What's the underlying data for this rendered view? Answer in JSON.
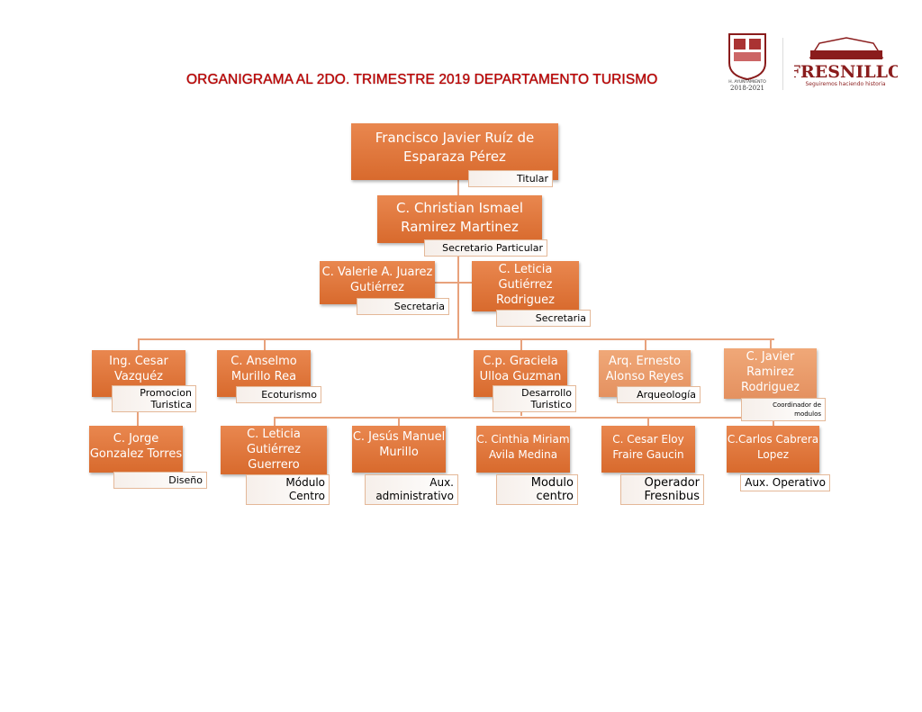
{
  "title": "ORGANIGRAMA AL 2DO. TRIMESTRE 2019 DEPARTAMENTO TURISMO",
  "logos": {
    "ayuntamiento_text": "H. AYUNTAMIENTO",
    "ayuntamiento_years": "2018-2021",
    "fresnillo": "FRESNILLO",
    "fresnillo_slogan": "Seguiremos haciendo historia"
  },
  "nodes": {
    "titular": {
      "name": "Francisco  Javier Ruíz de Esparaza Pérez",
      "role": "Titular"
    },
    "secretario": {
      "name": "C. Christian Ismael Ramirez Martinez",
      "role": "Secretario Particular"
    },
    "valerie": {
      "name": "C.  Valerie A. Juarez Gutiérrez",
      "role": "Secretaria"
    },
    "leticia_sec": {
      "name": "C. Leticia Gutiérrez Rodriguez",
      "role": "Secretaria"
    },
    "cesar": {
      "name": "Ing. Cesar Vazquéz",
      "role": "Promocion Turistica"
    },
    "anselmo": {
      "name": "C. Anselmo Murillo Rea",
      "role": "Ecoturismo"
    },
    "graciela": {
      "name": "C.p. Graciela Ulloa Guzman",
      "role": "Desarrollo Turistico"
    },
    "ernesto": {
      "name": "Arq. Ernesto Alonso Reyes",
      "role": "Arqueología"
    },
    "javier": {
      "name": "C. Javier Ramirez Rodriguez",
      "role": "Coordinador de modulos"
    },
    "jorge": {
      "name": "C. Jorge Gonzalez Torres",
      "role": "Diseño"
    },
    "leticia_g": {
      "name": "C. Leticia Gutiérrez Guerrero",
      "role": "Módulo Centro"
    },
    "jesus": {
      "name": "C. Jesús Manuel Murillo",
      "role": "Aux. administrativo"
    },
    "cinthia": {
      "name": "C. Cinthia Miriam Avila Medina",
      "role": "Modulo centro"
    },
    "cesar_eloy": {
      "name": "C. Cesar Eloy Fraire Gaucin",
      "role": "Operador Fresnibus"
    },
    "carlos": {
      "name": "C.Carlos Cabrera Lopez",
      "role": "Aux. Operativo"
    }
  }
}
